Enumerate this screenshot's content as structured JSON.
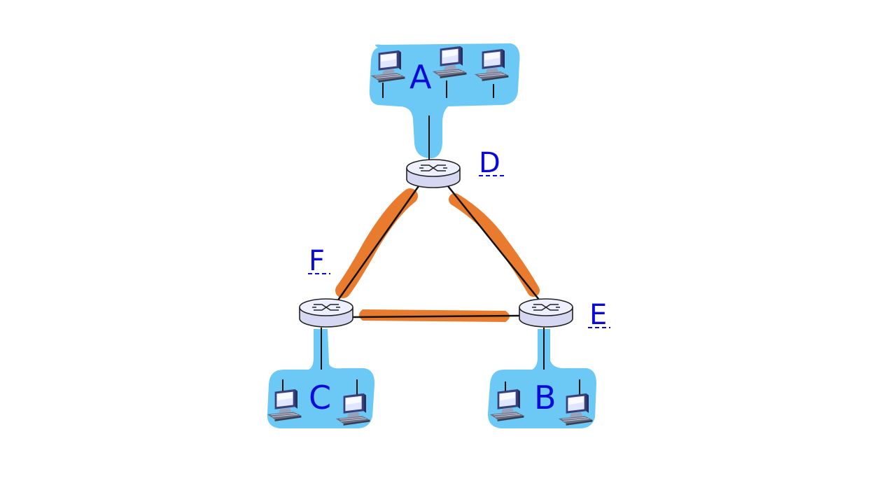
{
  "colors": {
    "subnet": "#6cc8f5",
    "link_highlight": "#e97b2e",
    "link": "#111111",
    "label": "#0b0bd9",
    "router_body": "#e6e6f5"
  },
  "subnets": [
    {
      "id": "A",
      "label": "A",
      "hosts": 3
    },
    {
      "id": "B",
      "label": "B",
      "hosts": 2
    },
    {
      "id": "C",
      "label": "C",
      "hosts": 2
    }
  ],
  "routers": [
    {
      "id": "D",
      "label": "D",
      "icon": "router-icon"
    },
    {
      "id": "E",
      "label": "E",
      "icon": "router-icon"
    },
    {
      "id": "F",
      "label": "F",
      "icon": "router-icon"
    }
  ],
  "links": [
    {
      "from": "D",
      "to": "F",
      "highlighted": true
    },
    {
      "from": "D",
      "to": "E",
      "highlighted": true
    },
    {
      "from": "F",
      "to": "E",
      "highlighted": true
    },
    {
      "from": "A",
      "to": "D",
      "highlighted": false
    },
    {
      "from": "F",
      "to": "C",
      "highlighted": false
    },
    {
      "from": "E",
      "to": "B",
      "highlighted": false
    }
  ],
  "host_icon": "desktop-computer-icon"
}
